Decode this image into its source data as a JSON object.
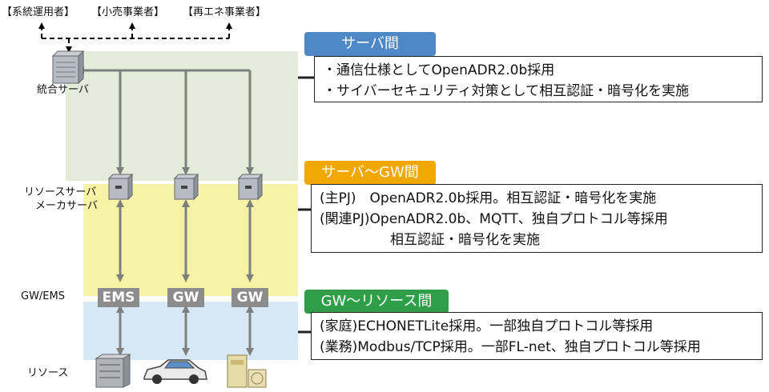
{
  "actors": [
    "【系統運用者】",
    "【小売事業者】",
    "【再エネ事業者】"
  ],
  "labels": {
    "integrated_server": "統合サーバ",
    "resource_server": "リソースサーバ",
    "maker_server": "メーカサーバ",
    "gw_ems": "GW/EMS",
    "resource": "リソース"
  },
  "gateways": [
    "EMS",
    "GW",
    "GW"
  ],
  "sections": [
    {
      "tag": "サーバ間",
      "color": "#4f88c6",
      "lines": [
        "・通信仕様としてOpenADR2.0b採用",
        "・サイバーセキュリティ対策として相互認証・暗号化を実施"
      ]
    },
    {
      "tag": "サーバ～GW間",
      "color": "#f0a800",
      "lines": [
        "(主PJ)　OpenADR2.0b採用。相互認証・暗号化を実施",
        "(関連PJ)OpenADR2.0b、MQTT、独自プロトコル等採用",
        "相互認証・暗号化を実施"
      ]
    },
    {
      "tag": "GW～リソース間",
      "color": "#2e9e48",
      "lines": [
        "(家庭)ECHONETLite採用。一部独自プロトコル等採用",
        "(業務)Modbus/TCP採用。一部FL-net、独自プロトコル等採用"
      ]
    }
  ],
  "colors": {
    "band_green": "#e2ecd9",
    "band_yellow": "#f7f3a6",
    "band_blue": "#d6e8f6",
    "arrow": "#7f7f7f"
  }
}
